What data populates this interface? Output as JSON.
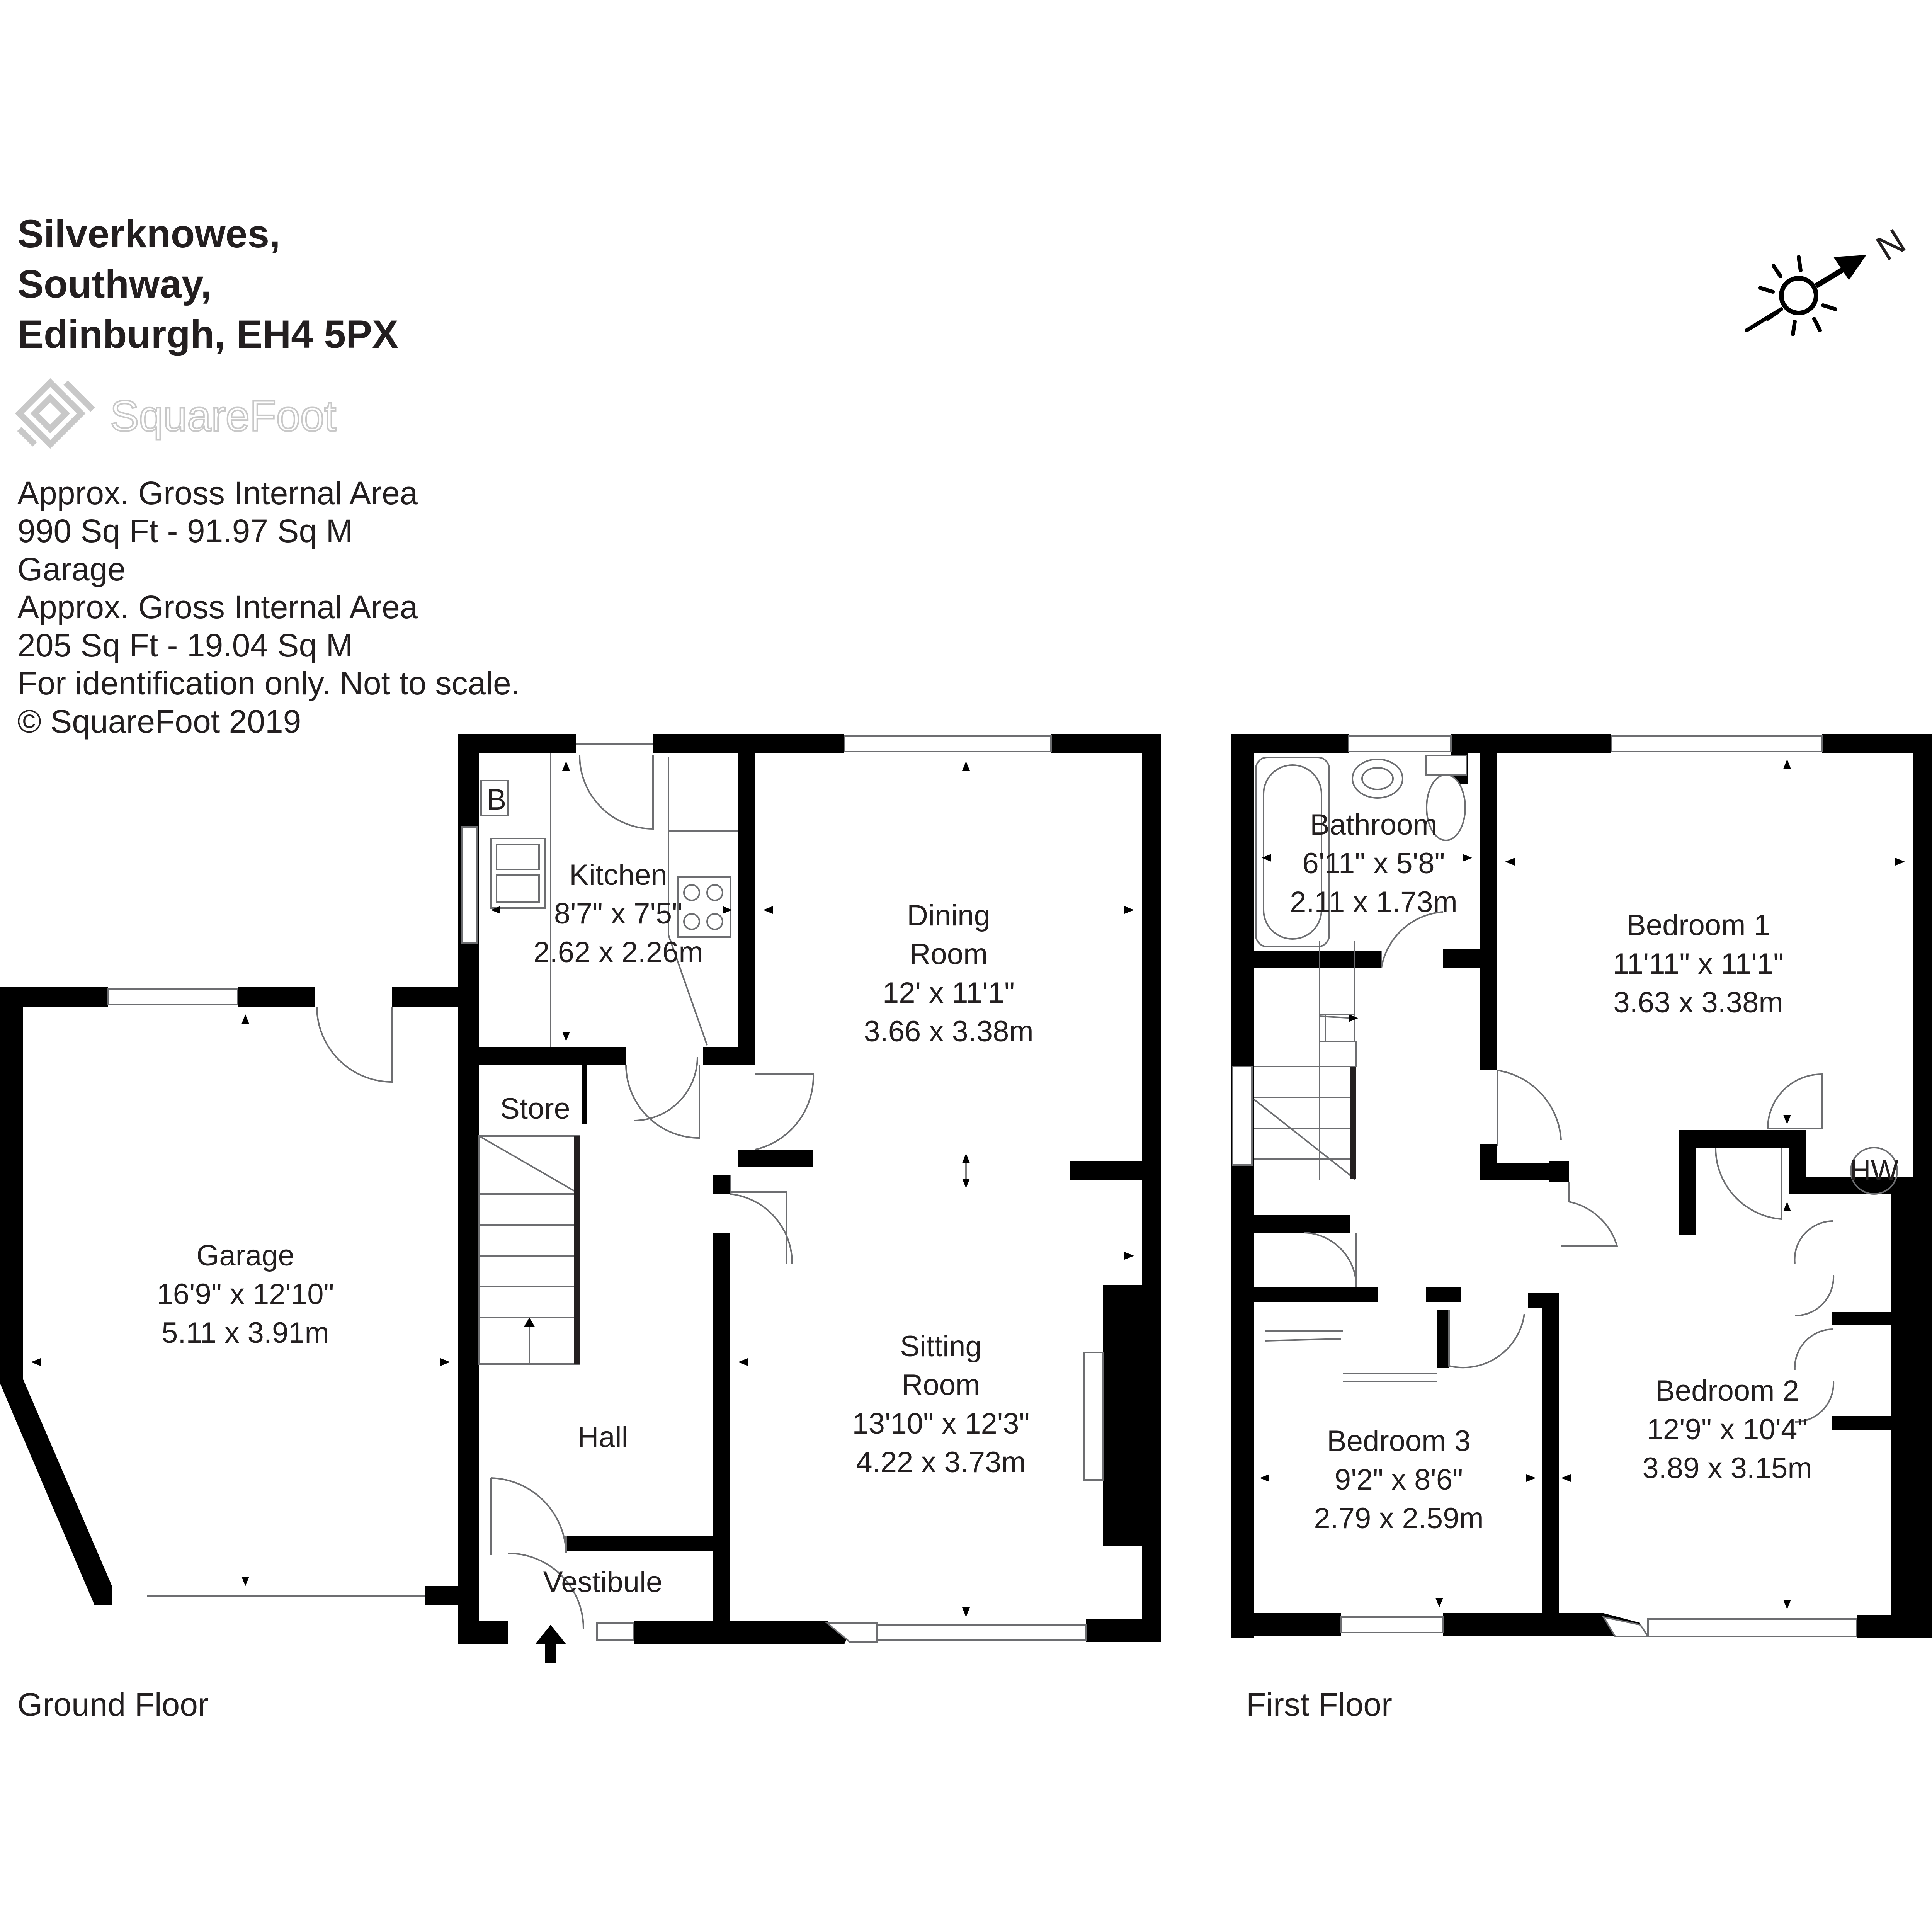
{
  "address": {
    "line1": "Silverknowes,",
    "line2": "Southway,",
    "line3": "Edinburgh, EH4 5PX"
  },
  "logo": {
    "text": "SquareFoot",
    "icon": "squarefoot-logo-icon"
  },
  "area_info": {
    "line1": "Approx. Gross Internal Area",
    "line2": "990 Sq Ft  -  91.97 Sq M",
    "line3": "Garage",
    "line4": "Approx. Gross Internal Area",
    "line5": "205 Sq Ft  - 19.04 Sq M",
    "line6": "For identification only. Not to scale.",
    "line7": "© SquareFoot 2019"
  },
  "compass": {
    "label": "N",
    "icon": "sun-compass-icon"
  },
  "floors": {
    "ground": "Ground Floor",
    "first": "First Floor"
  },
  "rooms": {
    "garage": {
      "name": "Garage",
      "imperial": "16'9\" x 12'10\"",
      "metric": "5.11 x 3.91m"
    },
    "kitchen": {
      "name": "Kitchen",
      "imperial": "8'7\" x 7'5\"",
      "metric": "2.62 x 2.26m"
    },
    "dining": {
      "name1": "Dining",
      "name2": "Room",
      "imperial": "12' x 11'1\"",
      "metric": "3.66 x 3.38m"
    },
    "sitting": {
      "name1": "Sitting",
      "name2": "Room",
      "imperial": "13'10\" x 12'3\"",
      "metric": "4.22 x 3.73m"
    },
    "store": {
      "name": "Store"
    },
    "hall": {
      "name": "Hall"
    },
    "vestibule": {
      "name": "Vestibule"
    },
    "boiler": {
      "name": "B"
    },
    "bathroom": {
      "name": "Bathroom",
      "imperial": "6'11\" x 5'8\"",
      "metric": "2.11 x 1.73m"
    },
    "bedroom1": {
      "name": "Bedroom 1",
      "imperial": "11'11\" x 11'1\"",
      "metric": "3.63 x 3.38m"
    },
    "bedroom2": {
      "name": "Bedroom 2",
      "imperial": "12'9\" x 10'4\"",
      "metric": "3.89 x 3.15m"
    },
    "bedroom3": {
      "name": "Bedroom 3",
      "imperial": "9'2\" x 8'6\"",
      "metric": "2.79 x 2.59m"
    },
    "hot_water": {
      "name": "HW"
    }
  },
  "colors": {
    "wall": "#000000",
    "text": "#231f20",
    "line": "#6d6e71",
    "logo_grey": "#c8c8c8"
  }
}
